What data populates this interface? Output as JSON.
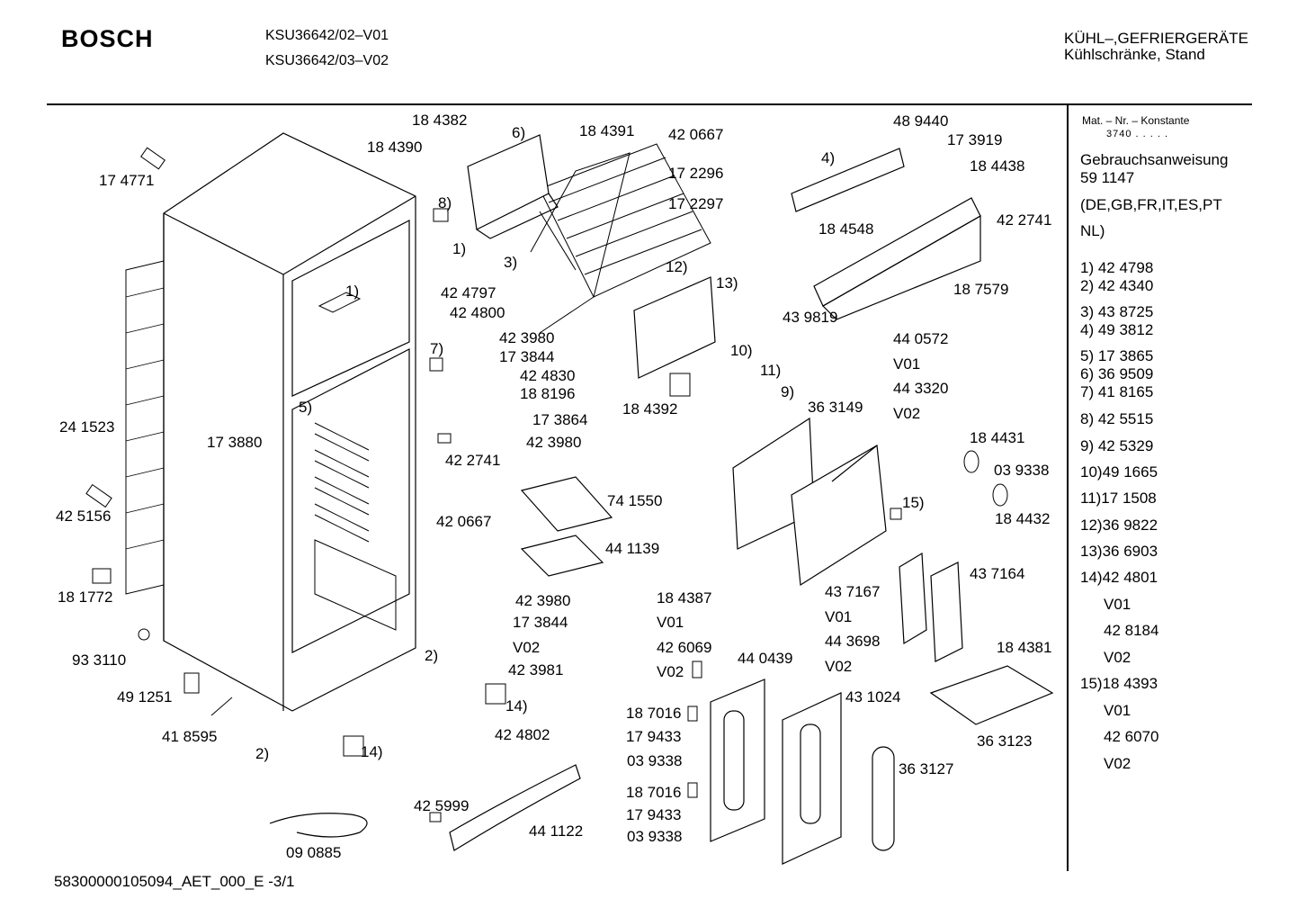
{
  "header": {
    "brand": "BOSCH",
    "models": [
      "KSU36642/02–V01",
      "KSU36642/03–V02"
    ],
    "category_line1": "KÜHL–,GEFRIERGERÄTE",
    "category_line2": "Kühlschränke, Stand"
  },
  "sidebar": {
    "mat_label": "Mat. – Nr. – Konstante",
    "mat_value": "3740  .   .   .   .   .",
    "manual_label": "Gebrauchsanweisung",
    "manual_number": "59 1147",
    "languages_line1": "(DE,GB,FR,IT,ES,PT",
    "languages_line2": "NL)",
    "legend": [
      "1) 42 4798",
      "2) 42 4340",
      "3) 43 8725",
      "4) 49 3812",
      "5) 17 3865",
      "6) 36 9509",
      "7) 41 8165",
      "8) 42 5515",
      "9) 42 5329",
      "10)49 1665",
      "11)17 1508",
      "12)36 9822",
      "13)36 6903",
      "14)42 4801",
      "V01",
      "42 8184",
      "V02",
      "15)18 4393",
      "V01",
      "42 6070",
      "V02"
    ]
  },
  "labels": [
    "18 4382",
    "18 4390",
    "6)",
    "18 4391",
    "42 0667",
    "17 2296",
    "17 2297",
    "48 9440",
    "17 3919",
    "18 4438",
    "4)",
    "18 4548",
    "42 2741",
    "18 7579",
    "43 9819",
    "17 4771",
    "8)",
    "1)",
    "3)",
    "12)",
    "13)",
    "1)",
    "42 4797",
    "42 4800",
    "42 3980",
    "17 3844",
    "7)",
    "42 4830",
    "18 8196",
    "17 3864",
    "42 3980",
    "42 2741",
    "10)",
    "11)",
    "9)",
    "18 4392",
    "36 3149",
    "44 0572",
    "V01",
    "44 3320",
    "V02",
    "24 1523",
    "5)",
    "17 3880",
    "18 4431",
    "03 9338",
    "18 4432",
    "15)",
    "74 1550",
    "42 0667",
    "44 1139",
    "42 5156",
    "43 7167",
    "V01",
    "44 3698",
    "V02",
    "43 7164",
    "18 1772",
    "42 3980",
    "17 3844",
    "V02",
    "42 3981",
    "18 4387",
    "V01",
    "42 6069",
    "V02",
    "44 0439",
    "18 4381",
    "93 3110",
    "2)",
    "49 1251",
    "14)",
    "42 4802",
    "18 7016",
    "17 9433",
    "03 9338",
    "43 1024",
    "36 3123",
    "41 8595",
    "2)",
    "14)",
    "18 7016",
    "17 9433",
    "03 9338",
    "36 3127",
    "42 5999",
    "44 1122",
    "09 0885"
  ],
  "footer": {
    "doc_id": "58300000105094_AET_000_E  -3/1"
  }
}
